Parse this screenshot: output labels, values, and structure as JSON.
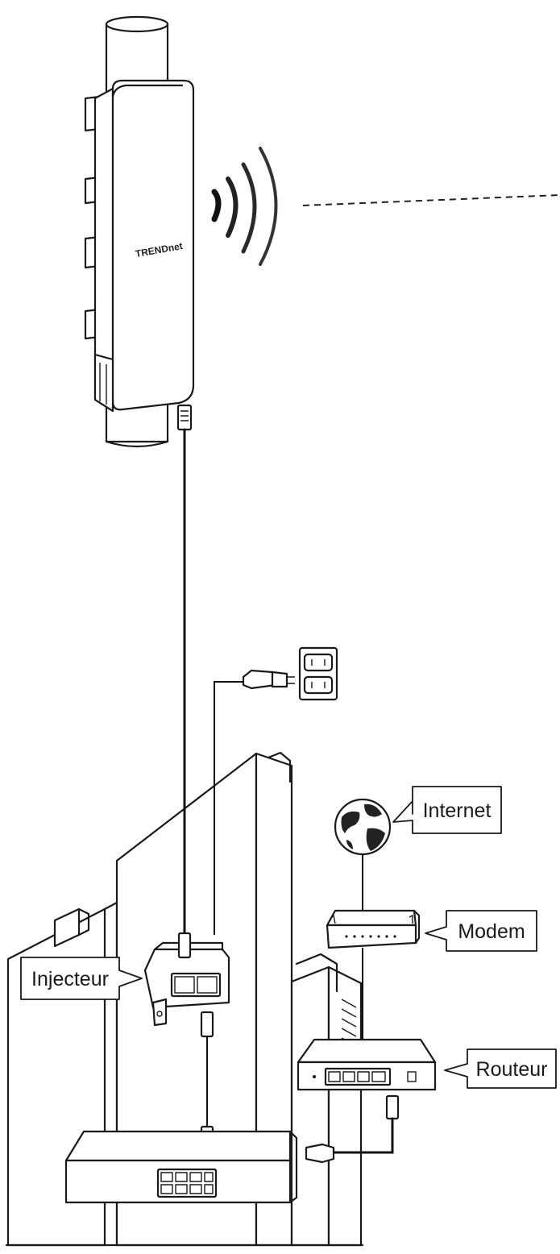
{
  "diagram": {
    "brand_on_device": "TRENDnet",
    "labels": {
      "internet": "Internet",
      "modem": "Modem",
      "routeur": "Routeur",
      "injecteur": "Injecteur"
    },
    "icons": [
      "access-point-icon",
      "wireless-signal-icon",
      "power-outlet-icon",
      "power-plug-icon",
      "globe-icon",
      "modem-icon",
      "router-icon",
      "poe-injector-icon",
      "switch-icon",
      "building-icon"
    ]
  }
}
